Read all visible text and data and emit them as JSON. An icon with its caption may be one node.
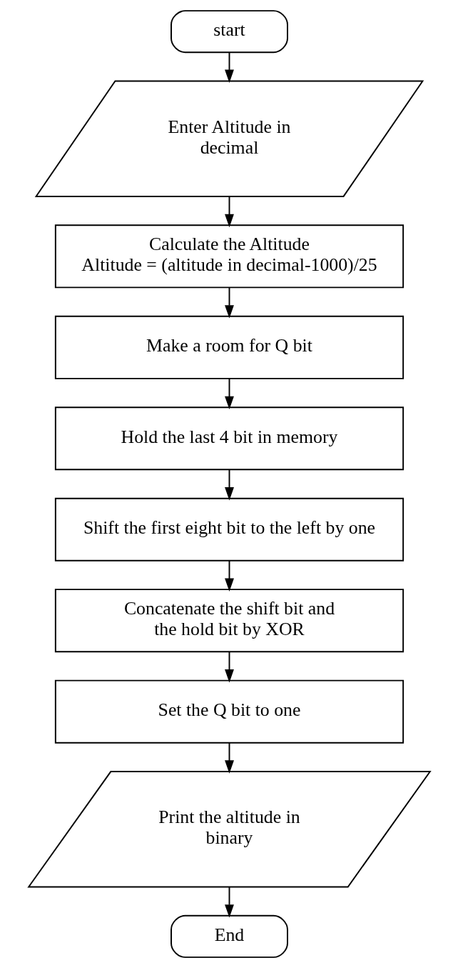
{
  "diagram": {
    "nodes": [
      {
        "text": [
          "start"
        ]
      },
      {
        "text": [
          "Enter Altitude in decimal"
        ]
      },
      {
        "text": [
          "Calculate the Altitude",
          "Altitude = (altitude in decimal-1000)/25"
        ]
      },
      {
        "text": [
          "Make a room for Q bit"
        ]
      },
      {
        "text": [
          "Hold the last 4 bit in memory"
        ]
      },
      {
        "text": [
          "Shift the first eight bit to the left by one"
        ]
      },
      {
        "text": [
          "Concatenate the shift bit and the hold bit by XOR"
        ]
      },
      {
        "text": [
          "Set the Q bit to one"
        ]
      },
      {
        "text": [
          "Print the altitude in binary"
        ]
      },
      {
        "text": [
          "End"
        ]
      }
    ],
    "edges": [
      {
        "from": 0,
        "to": 1,
        "arrow": "to"
      },
      {
        "from": 1,
        "to": 2,
        "arrow": "to"
      },
      {
        "from": 2,
        "to": 3,
        "arrow": "to"
      },
      {
        "from": 3,
        "to": 4,
        "arrow": "to"
      },
      {
        "from": 4,
        "to": 5,
        "arrow": "to"
      },
      {
        "from": 5,
        "to": 6,
        "arrow": "to"
      },
      {
        "from": 6,
        "to": 7,
        "arrow": "to"
      },
      {
        "from": 7,
        "to": 8,
        "arrow": "to"
      },
      {
        "from": 8,
        "to": 9,
        "arrow": "to"
      }
    ]
  }
}
